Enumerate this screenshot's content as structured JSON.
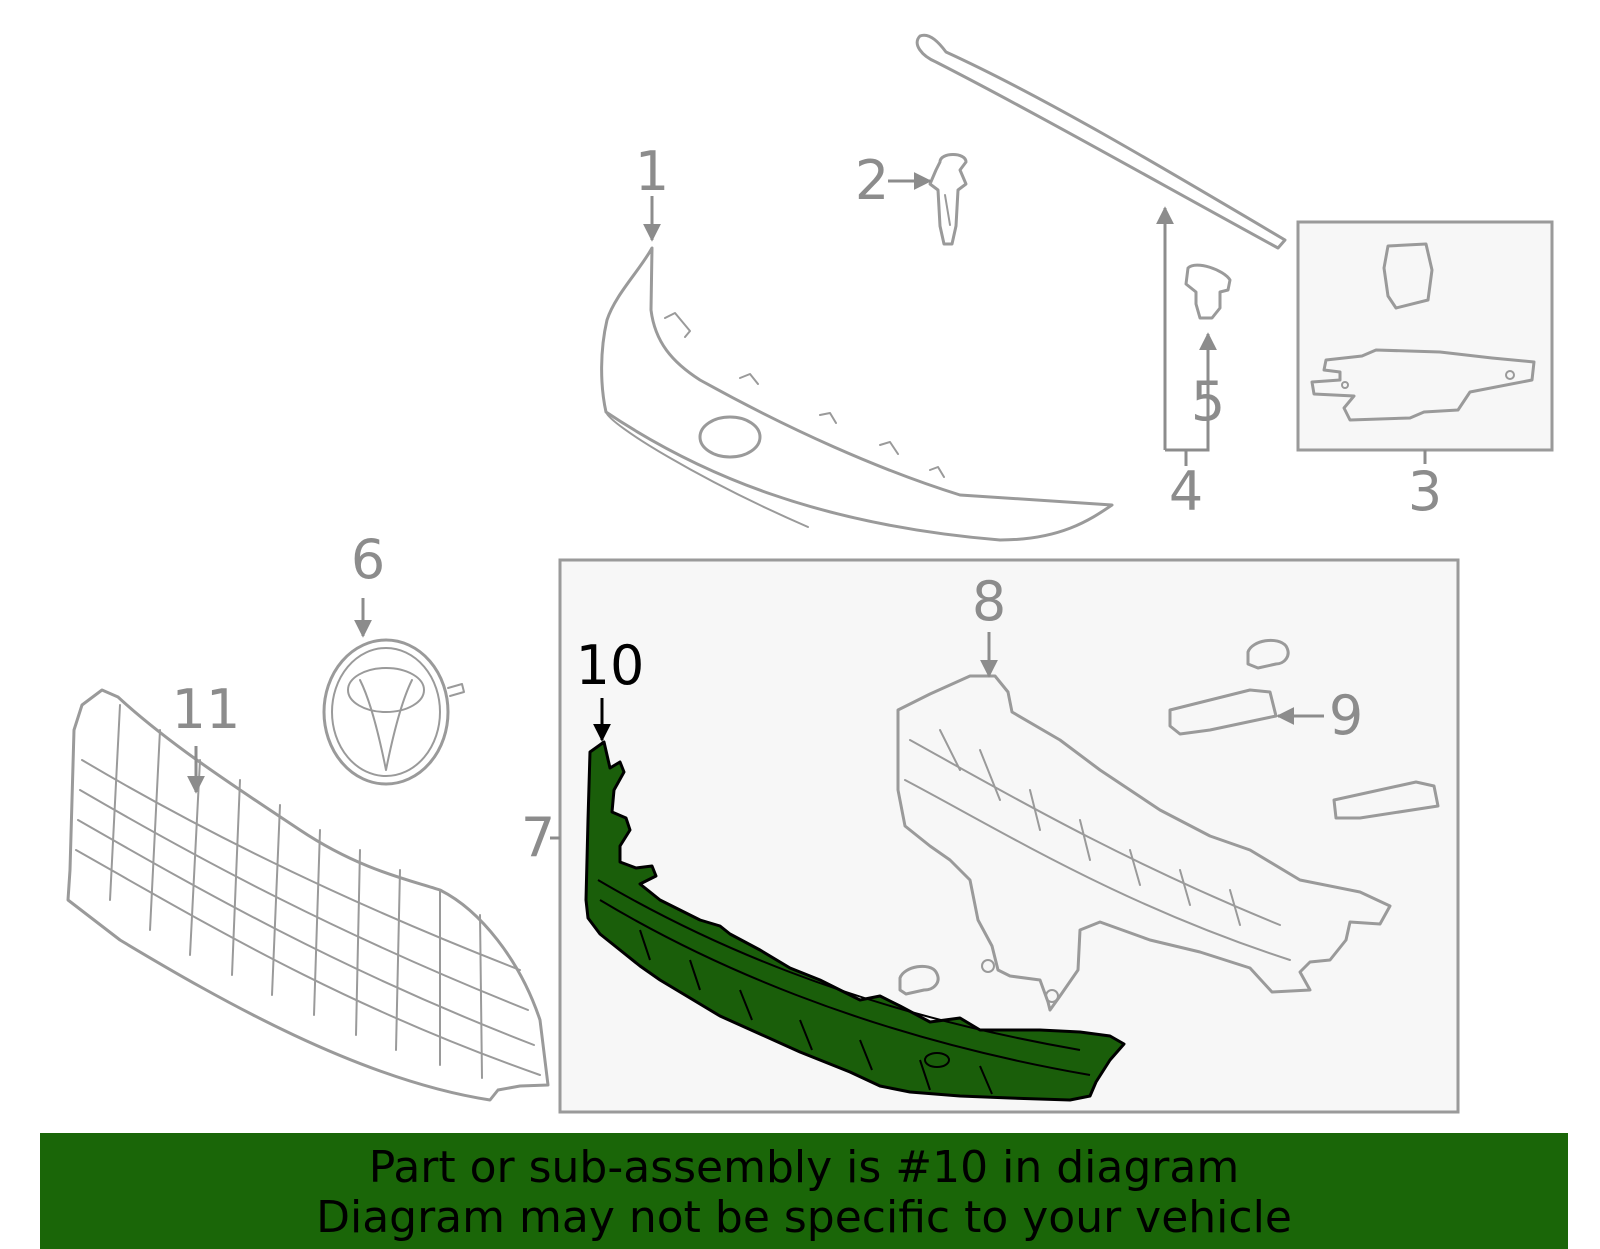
{
  "callouts": {
    "c1": "1",
    "c2": "2",
    "c3": "3",
    "c4": "4",
    "c5": "5",
    "c6": "6",
    "c7": "7",
    "c8": "8",
    "c9": "9",
    "c10": "10",
    "c11": "11"
  },
  "colors": {
    "highlight_part": "#1a5e0a",
    "banner_background": "#1a6608",
    "line_gray": "#9a9a9a",
    "box_fill": "#f7f7f7"
  },
  "banner": {
    "line1": "Part or sub-assembly is #10 in diagram",
    "line2": "Diagram may not be specific to your vehicle"
  }
}
